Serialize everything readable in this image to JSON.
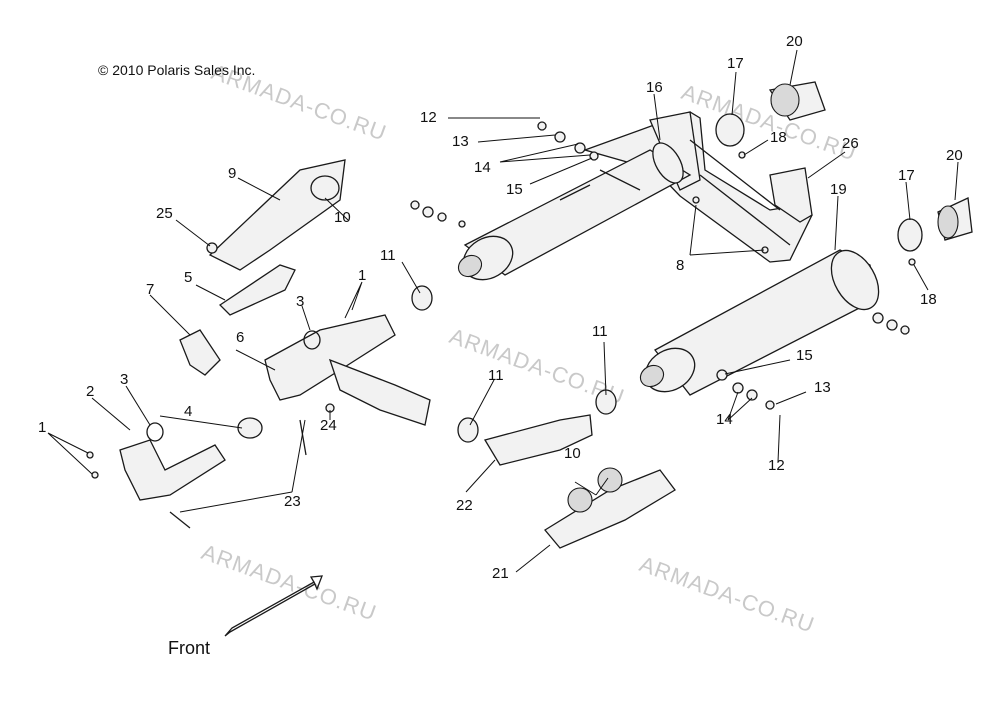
{
  "copyright": "2010 Polaris Sales Inc.",
  "copyright_symbol": "©",
  "front_label": "Front",
  "watermark_text": "ARMADA-CO.RU",
  "callouts": [
    "1",
    "1",
    "2",
    "3",
    "3",
    "4",
    "5",
    "6",
    "7",
    "8",
    "9",
    "10",
    "10",
    "11",
    "11",
    "11",
    "12",
    "12",
    "13",
    "13",
    "14",
    "14",
    "15",
    "15",
    "16",
    "17",
    "17",
    "18",
    "18",
    "19",
    "20",
    "20",
    "21",
    "22",
    "23",
    "24",
    "25",
    "26"
  ]
}
